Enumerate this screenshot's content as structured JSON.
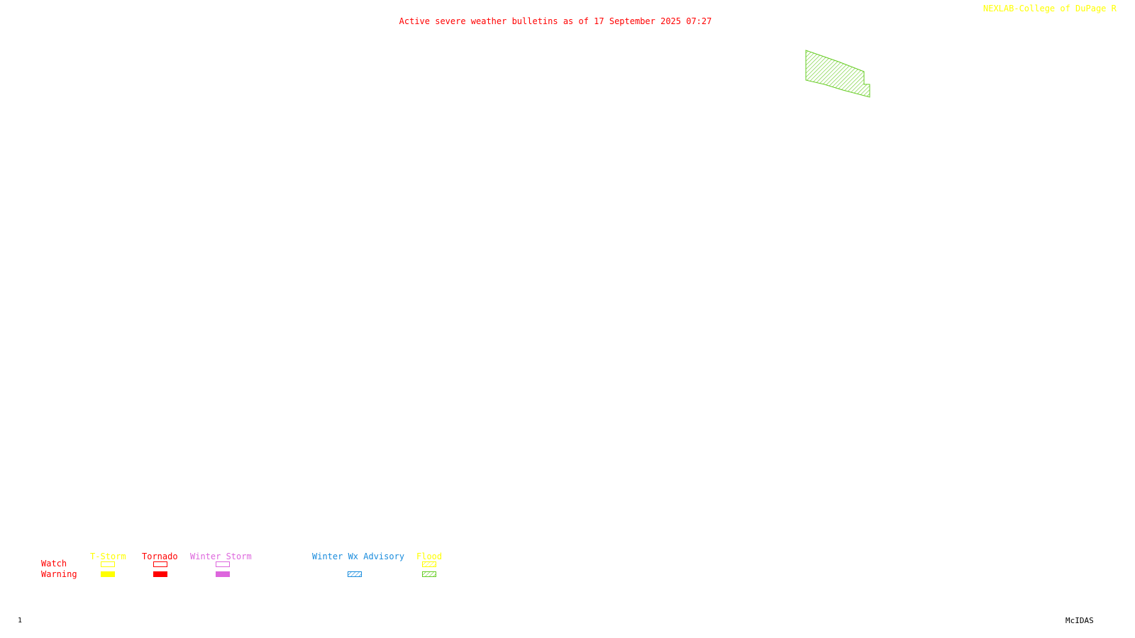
{
  "header": {
    "title": "Active severe weather bulletins as of 17 September 2025 07:27",
    "credit": "NEXLAB-College of DuPage R"
  },
  "colors": {
    "title": "#ff0000",
    "credit": "#ffff00",
    "tstorm": "#ffff00",
    "tornado": "#ff0000",
    "winter_storm": "#dd66dd",
    "winter_wx_advisory": "#1a8cdd",
    "flood": "#ffff00",
    "flood_polygon": "#66cc22",
    "flood_warning": "#66cc22",
    "footer": "#000000"
  },
  "legend": {
    "rows": [
      "Watch",
      "Warning"
    ],
    "columns": [
      {
        "label": "T-Storm",
        "watch": "outline",
        "warning": "solid"
      },
      {
        "label": "Tornado",
        "watch": "outline",
        "warning": "solid"
      },
      {
        "label": "Winter Storm",
        "watch": "outline",
        "warning": "solid"
      },
      {
        "label": "Winter Wx Advisory",
        "watch": "",
        "warning": "hatched"
      },
      {
        "label": "Flood",
        "watch": "hatched",
        "warning": "hatched"
      }
    ]
  },
  "map": {
    "bulletins": [
      {
        "type": "flood-warning",
        "style": "hatched"
      }
    ]
  },
  "footer": {
    "frame_number": "1",
    "brand": "McIDAS"
  }
}
